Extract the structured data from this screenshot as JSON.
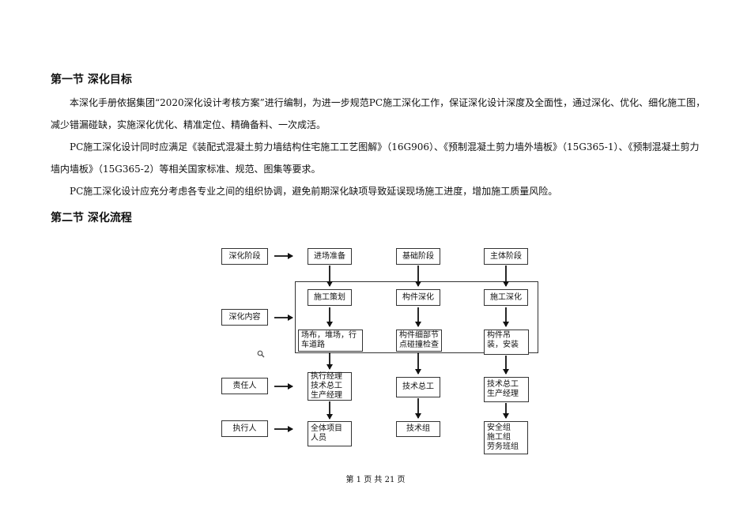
{
  "sections": {
    "s1_title": "第一节  深化目标",
    "s1_p1": "本深化手册依据集团“2020深化设计考核方案”进行编制，为进一步规范PC施工深化工作，保证深化设计深度及全面性，通过深化、优化、细化施工图，减少错漏碰缺，实施深化优化、精准定位、精确备料、一次成活。",
    "s1_p2": "PC施工深化设计同时应满足《装配式混凝土剪力墙结构住宅施工工艺图解》（16G906）、《预制混凝土剪力墙外墙板》（15G365-1）、《预制混凝土剪力墙内墙板》（15G365-2）等相关国家标准、规范、图集等要求。",
    "s1_p3": "PC施工深化设计应充分考虑各专业之间的组织协调，避免前期深化缺项导致延误现场施工进度，增加施工质量风险。",
    "s2_title": "第二节  深化流程"
  },
  "flow": {
    "row_labels": {
      "stage": "深化阶段",
      "content": "深化内容",
      "responsible": "责任人",
      "executor": "执行人"
    },
    "stages": [
      "进场准备",
      "基础阶段",
      "主体阶段"
    ],
    "content_top": [
      "施工策划",
      "构件深化",
      "施工深化"
    ],
    "content_bottom": [
      "场布，堆场，行车道路",
      "构件细部节点碰撞检查",
      "构件吊装，安装"
    ],
    "responsible": [
      "执行经理\n技术总工\n生产经理",
      "技术总工",
      "技术总工\n生产经理"
    ],
    "executor": [
      "全体项目\n人员",
      "技术组",
      "安全组\n施工组\n劳务班组"
    ]
  },
  "footer": {
    "page_text": "第 1 页 共 21 页"
  }
}
